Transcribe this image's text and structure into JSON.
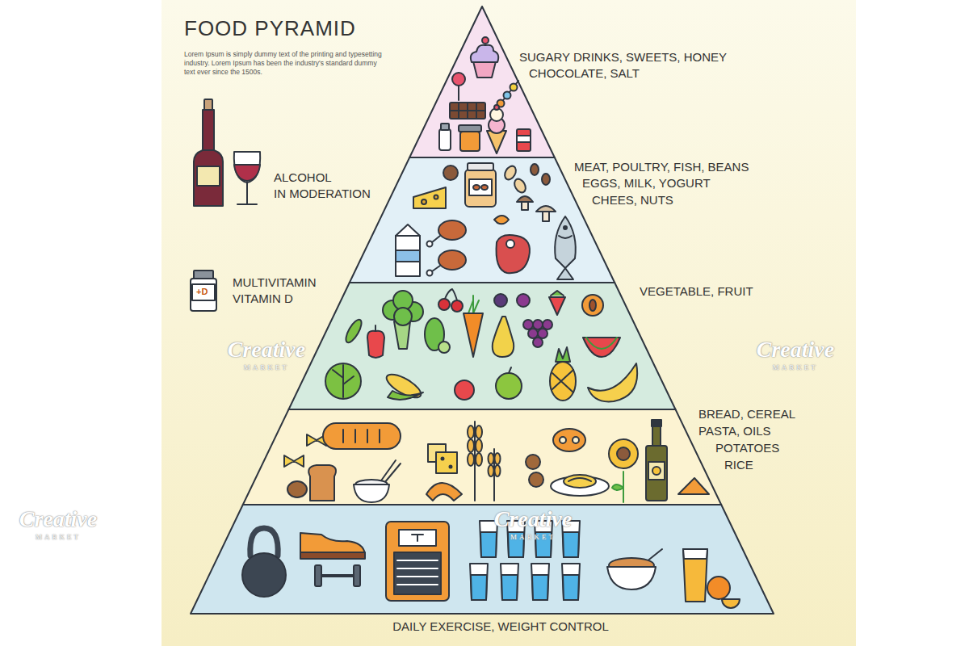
{
  "diagram": {
    "title": "FOOD PYRAMID",
    "labels": [
      "Lorem Ipsum is simply dummy text of the printing and typesetting industry. Lorem Ipsum has been the industry's standard dummy text ever since the 1500s.",
      "ALCOHOL",
      "IN MODERATION",
      "+D",
      "MULTIVITAMIN",
      "VITAMIN D",
      "SUGARY DRINKS, SWEETS, HONEY",
      "CHOCOLATE, SALT",
      "MEAT, POULTRY, FISH, BEANS",
      "EGGS, MILK, YOGURT",
      "CHEES, NUTS",
      "VEGETABLE, FRUIT",
      "BREAD, CEREAL",
      "PASTA, OILS",
      "POTATOES",
      "RICE",
      "DAILY EXERCISE, WEIGHT CONTROL",
      "Creative",
      "MARKET",
      "Creative",
      "MARKET",
      "Creative",
      "MARKET",
      "Creative",
      "MARKET"
    ]
  }
}
